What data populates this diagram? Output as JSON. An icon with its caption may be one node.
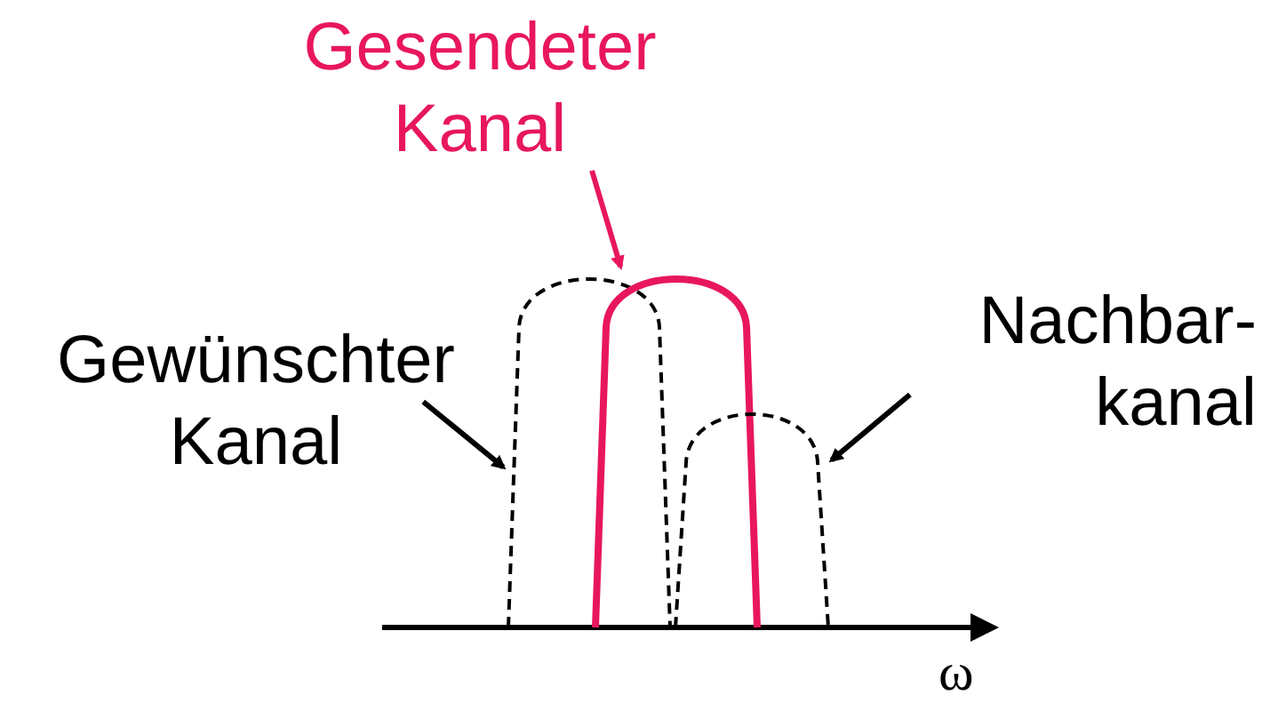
{
  "diagram": {
    "nodes": [
      {
        "text": [
          "Gesendeter Kanal"
        ]
      },
      {
        "text": [
          "Gewünschter Kanal"
        ]
      },
      {
        "text": [
          "Nachbar- kanal"
        ]
      },
      {
        "text": [],
        "shape": "arch"
      },
      {
        "text": [],
        "shape": "arch"
      },
      {
        "text": [],
        "shape": "arch"
      }
    ],
    "edges": [
      {
        "from": 0,
        "to": 4,
        "arrow": "to",
        "color": "#e8175d"
      },
      {
        "from": 1,
        "to": 3,
        "arrow": "to"
      },
      {
        "from": 2,
        "to": 5,
        "arrow": "to"
      }
    ],
    "labels": [
      "ω"
    ]
  }
}
